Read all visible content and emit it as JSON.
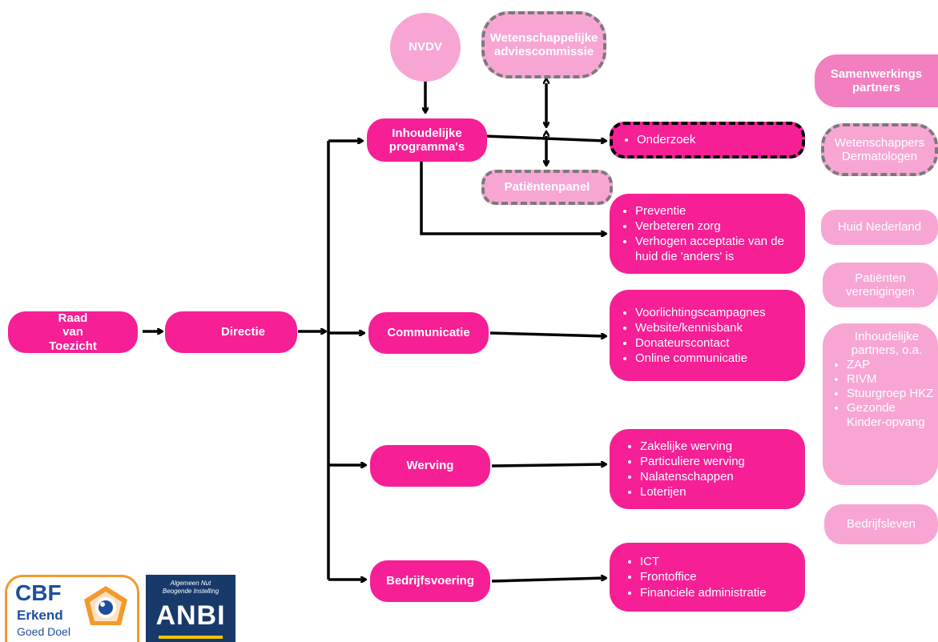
{
  "governance": {
    "raad": "Raad van Toezicht",
    "directie": "Directie"
  },
  "departments": {
    "inhoud": "Inhoudelijke programma's",
    "communicatie": "Communicatie",
    "werving": "Werving",
    "bedrijfsvoering": "Bedrijfsvoering"
  },
  "advisory": {
    "nvdv": "NVDV",
    "wac": "Wetenschappelijke adviescommissie",
    "panel": "Patiëntenpanel"
  },
  "tasks": {
    "onderzoek": [
      "Onderzoek"
    ],
    "programmas": [
      "Preventie",
      "Verbeteren zorg",
      "Verhogen acceptatie van de huid die 'anders' is"
    ],
    "communicatie": [
      "Voorlichtingscampagnes",
      "Website/kennisbank",
      "Donateurscontact",
      "Online communicatie"
    ],
    "werving": [
      "Zakelijke werving",
      "Particuliere werving",
      "Nalatenschappen",
      "Loterijen"
    ],
    "bedrijfsvoering": [
      "ICT",
      "Frontoffice",
      "Financiele administratie"
    ]
  },
  "partners": {
    "samenwerkings": "Samenwerkings partners",
    "wetenschappers": "Wetenschappers Dermatologen",
    "huid_nederland": "Huid Nederland",
    "patienten": "Patiënten verenigingen",
    "inhoudelijke_title": "Inhoudelijke partners, o.a.",
    "inhoudelijke_items": [
      "ZAP",
      "RIVM",
      "Stuurgroep HKZ",
      "Gezonde Kinder-opvang"
    ],
    "bedrijfsleven": "Bedrijfsleven"
  },
  "logos": {
    "cbf_line1": "CBF",
    "cbf_line2": "Erkend",
    "cbf_line3": "Goed Doel",
    "anbi_small1": "Algemeen Nut",
    "anbi_small2": "Beogende Instelling",
    "anbi_big": "ANBI"
  },
  "colors": {
    "hot_pink": "#f61f95",
    "mid_pink": "#f27fbf",
    "light_pink": "#f7a6d4",
    "connector": "#000000",
    "anbi_navy": "#173a6b",
    "cbf_blue": "#1d4f9c",
    "cbf_orange": "#f29a2e"
  }
}
